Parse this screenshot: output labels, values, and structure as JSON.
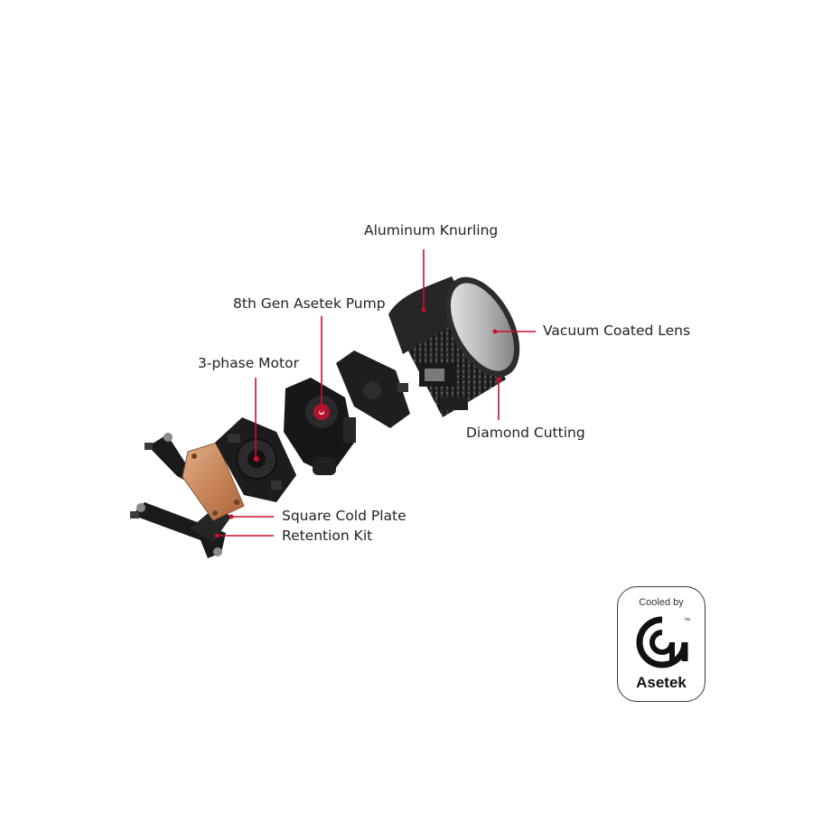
{
  "callouts": {
    "aluminum_knurling": "Aluminum Knurling",
    "asetek_pump": "8th Gen Asetek Pump",
    "three_phase_motor": "3-phase Motor",
    "vacuum_lens": "Vacuum Coated Lens",
    "diamond_cutting": "Diamond Cutting",
    "cold_plate": "Square Cold Plate",
    "retention_kit": "Retention Kit"
  },
  "badge": {
    "cooled_by": "Cooled by",
    "brand": "Asetek",
    "trademark": "™"
  },
  "colors": {
    "leader_line": "#c8102e",
    "text": "#222222",
    "copper": "#c8865a",
    "dark_part": "#1c1c1c"
  }
}
